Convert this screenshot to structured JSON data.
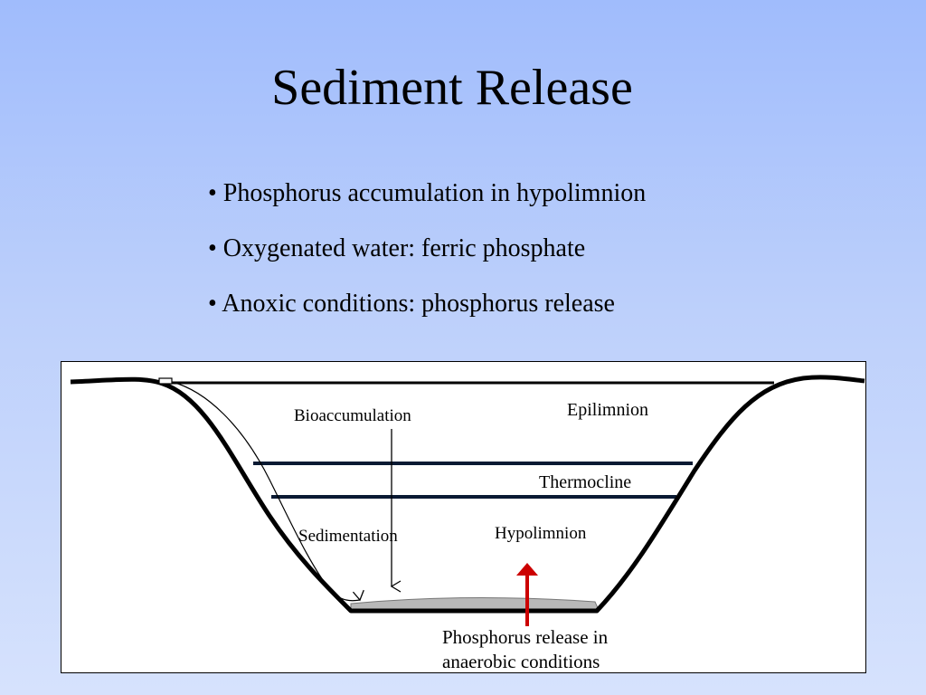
{
  "slide": {
    "title": "Sediment Release",
    "bullets": [
      "• Phosphorus accumulation in hypolimnion",
      "• Oxygenated water: ferric phosphate",
      "• Anoxic conditions: phosphorus release"
    ]
  },
  "diagram": {
    "labels": {
      "bioaccumulation": "Bioaccumulation",
      "epilimnion": "Epilimnion",
      "thermocline": "Thermocline",
      "sedimentation": "Sedimentation",
      "hypolimnion": "Hypolimnion",
      "release_line1": "Phosphorus release in",
      "release_line2": "anaerobic conditions"
    },
    "colors": {
      "release_arrow": "#cc0000",
      "sediment": "#b8b8b8"
    }
  }
}
